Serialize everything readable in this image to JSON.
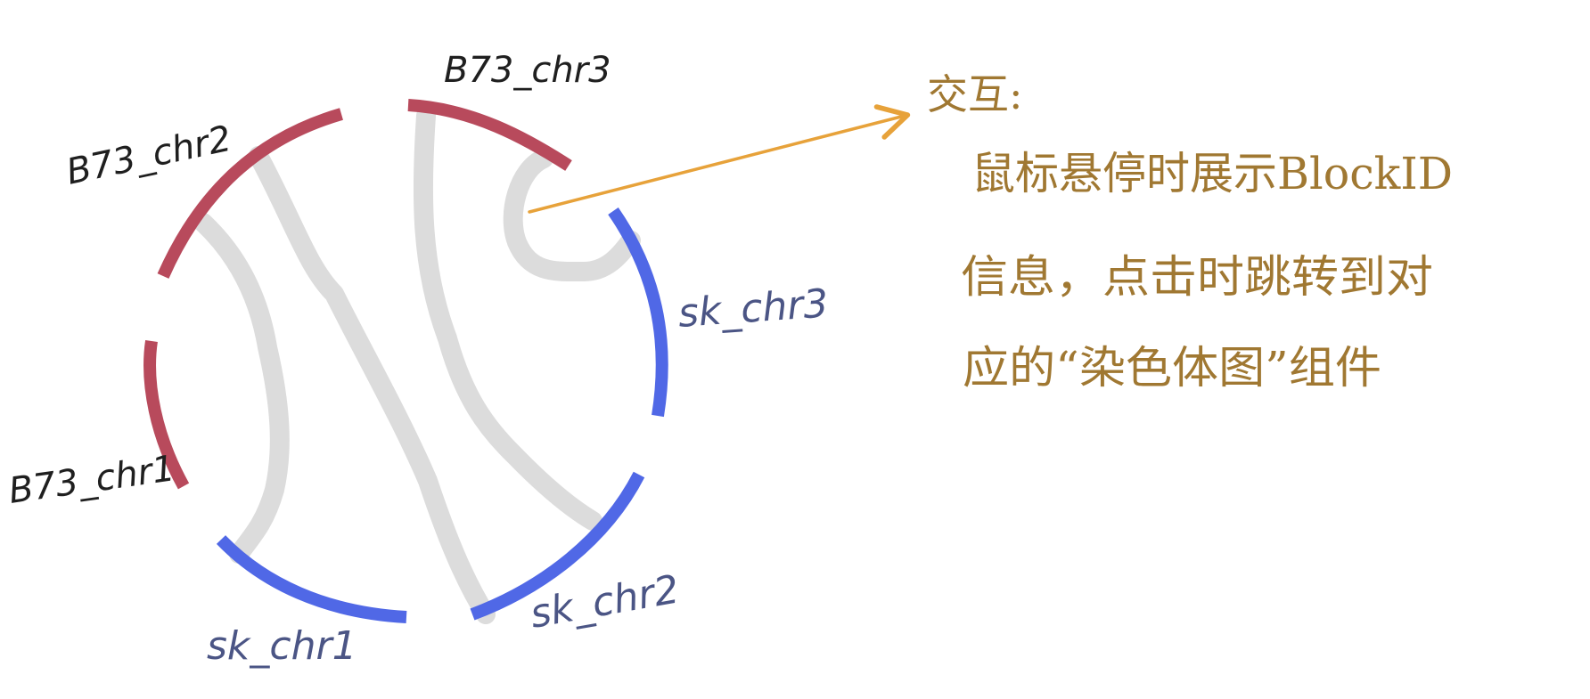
{
  "diagram": {
    "colors": {
      "b73": "#b84a5c",
      "sk": "#5068e6",
      "link": "#dcdcdc",
      "arrow": "#e7a23a",
      "note": "#a07832",
      "label_b73": "#1f1f1f",
      "label_sk": "#4b5585"
    },
    "chromosomes": [
      {
        "id": "b73-chr1",
        "label": "B73_chr1",
        "group": "b73"
      },
      {
        "id": "b73-chr2",
        "label": "B73_chr2",
        "group": "b73"
      },
      {
        "id": "b73-chr3",
        "label": "B73_chr3",
        "group": "b73"
      },
      {
        "id": "sk-chr3",
        "label": "sk_chr3",
        "group": "sk"
      },
      {
        "id": "sk-chr2",
        "label": "sk_chr2",
        "group": "sk"
      },
      {
        "id": "sk-chr1",
        "label": "sk_chr1",
        "group": "sk"
      }
    ],
    "annotation": {
      "title": "交互:",
      "lines": [
        "鼠标悬停时展示BlockID",
        "信息，点击时跳转到对",
        "应的“染色体图”组件"
      ]
    }
  }
}
